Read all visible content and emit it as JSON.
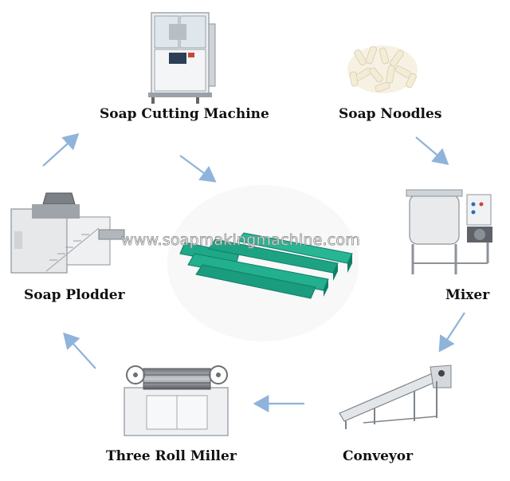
{
  "diagram": {
    "nodes": {
      "soap_cutting_machine": "Soap Cutting Machine",
      "soap_noodles": "Soap Noodles",
      "mixer": "Mixer",
      "conveyor": "Conveyor",
      "three_roll_miller": "Three Roll Miller",
      "soap_plodder": "Soap Plodder"
    },
    "center_product": "green-soap-bars",
    "watermark": "www.soapmakingmachine.com",
    "colors": {
      "arrow": "#8fb3da",
      "soap": "#1fa888",
      "soap_dark": "#0f7f66",
      "label": "#111111"
    }
  }
}
